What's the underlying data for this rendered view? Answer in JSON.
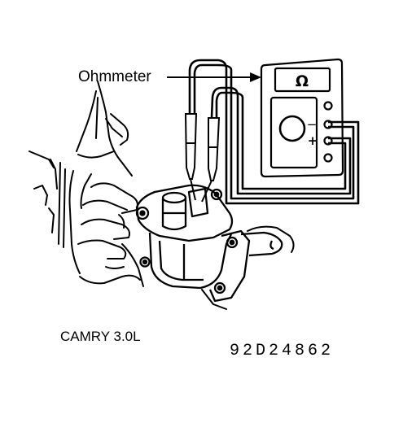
{
  "labels": {
    "meter": "Ohmmeter",
    "model": "CAMRY 3.0L",
    "figure_code": "92D24862"
  },
  "meter_display": {
    "symbol": "Ω"
  },
  "meter_terminals": {
    "minus": "−",
    "plus": "+"
  },
  "colors": {
    "line": "#000000",
    "background": "#ffffff"
  }
}
